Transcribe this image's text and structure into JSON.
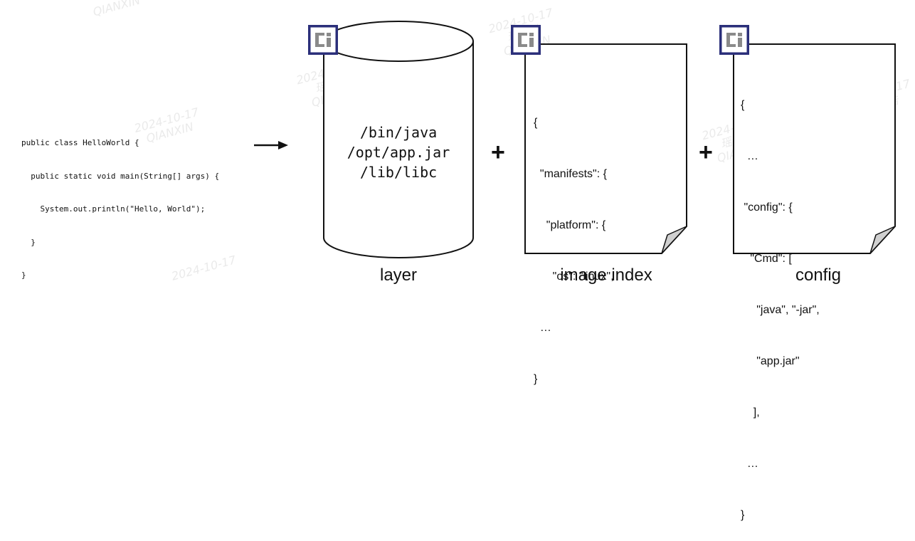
{
  "code_snippet": {
    "lines": [
      "public class HelloWorld {",
      "  public static void main(String[] args) {",
      "    System.out.println(\"Hello, World\");",
      "  }",
      "}"
    ]
  },
  "layer": {
    "paths": [
      "/bin/java",
      "/opt/app.jar",
      "/lib/libc"
    ],
    "caption": "layer"
  },
  "plus_symbol": "+",
  "image_index": {
    "lines": [
      "{",
      "  \"manifests\": {",
      "    \"platform\": {",
      "      \"os\": \"linux\",",
      "  …",
      "}"
    ],
    "caption": "image index"
  },
  "config": {
    "lines": [
      "{",
      "  …",
      " \"config\": {",
      "   \"Cmd\": [",
      "     \"java\", \"-jar\",",
      "     \"app.jar\"",
      "    ],",
      "  …",
      "}"
    ],
    "caption": "config"
  },
  "watermark": {
    "date": "2024-10-17",
    "name": "瑶宇浩",
    "org": "QIANXIN"
  },
  "colors": {
    "badge_border": "#2b2f7a",
    "badge_mark": "#8a8a8a",
    "doc_fold": "#d0d0d0"
  }
}
